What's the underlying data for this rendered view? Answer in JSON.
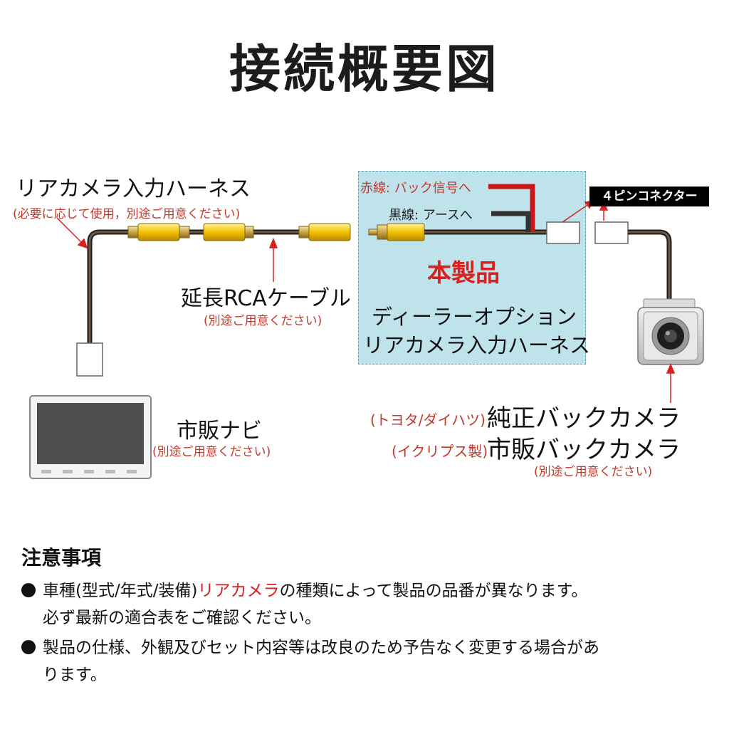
{
  "title": "接続概要図",
  "harness_label": "リアカメラ入力ハーネス",
  "harness_note": "(必要に応じて使用，別途ご用意ください)",
  "extension_label": "延長RCAケーブル",
  "extension_note": "(別途ご用意ください)",
  "navi_label": "市販ナビ",
  "navi_note": "(別途ご用意ください)",
  "product": {
    "red_wire": "赤線: バック信号へ",
    "black_wire": "黒線: アースへ",
    "name": "本製品",
    "desc_line1": "ディーラーオプション",
    "desc_line2": "リアカメラ入力ハーネス"
  },
  "connector_label": "４ピンコネクター",
  "camera": {
    "maker1": "(トヨタ/ダイハツ)",
    "type1": "純正バックカメラ",
    "maker2": "(イクリプス製)",
    "type2": "市販バックカメラ",
    "note": "(別途ご用意ください)"
  },
  "notes": {
    "heading": "注意事項",
    "item1_pre": "車種(型式/年式/装備)",
    "item1_hl": "リアカメラ",
    "item1_post": "の種類によって製品の品番が異なります。",
    "item1_line2": "必ず最新の適合表をご確認ください。",
    "item2_line1": "製品の仕様、外観及びセット内容等は改良のため予告なく変更する場合があ",
    "item2_line2": "ります。"
  },
  "colors": {
    "accent_red": "#d9201e",
    "product_bg": "#bfe3ea",
    "rca_yellow": "#f2c200",
    "cable": "#3a3530"
  }
}
